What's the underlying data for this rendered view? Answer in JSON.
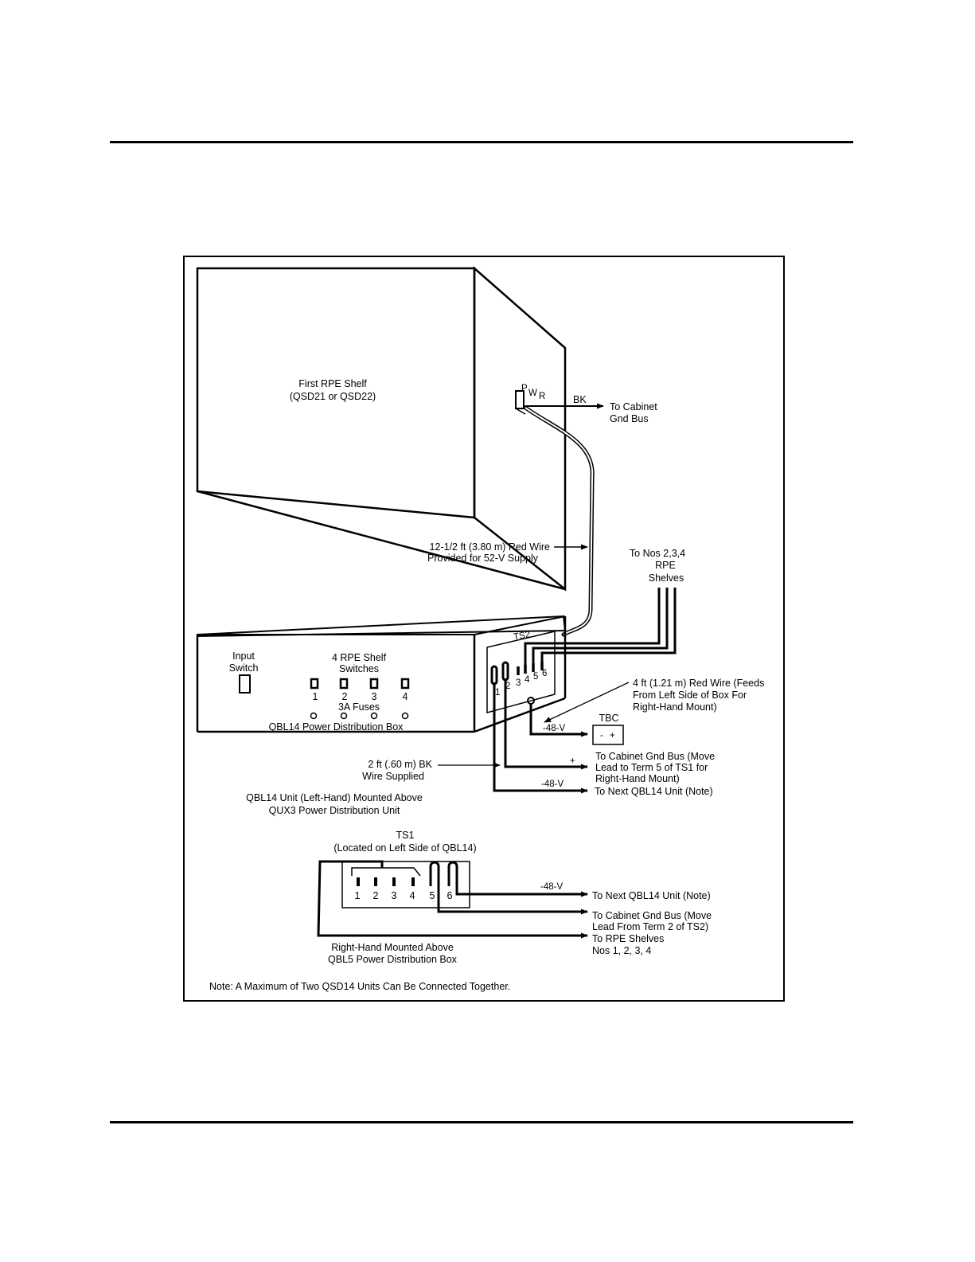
{
  "figure": {
    "shelf": {
      "title": "First RPE Shelf",
      "models": "(QSD21 or QSD22)",
      "pwr_p": "P",
      "pwr_w": "W",
      "pwr_r": "R",
      "bk": "BK",
      "cabinet_gnd": [
        "To Cabinet",
        "Gnd Bus"
      ]
    },
    "red_wire_long": [
      "12-1/2 ft (3.80 m) Red Wire",
      "Provided for 52-V Supply"
    ],
    "rpe_shelves": [
      "To Nos 2,3,4",
      "RPE",
      "Shelves"
    ],
    "box": {
      "input_switch": [
        "Input",
        "Switch"
      ],
      "shelf_switches": [
        "4 RPE Shelf",
        "Switches"
      ],
      "switch_numbers": [
        "1",
        "2",
        "3",
        "4"
      ],
      "fuses": "3A Fuses",
      "name": "QBL14 Power Distribution Box",
      "ts2": "TS2",
      "ts2_terms": [
        "1",
        "2",
        "3",
        "4",
        "5",
        "6"
      ]
    },
    "red_wire_short": [
      "4 ft (1.21 m) Red Wire (Feeds",
      "From Left Side of Box For",
      "Right-Hand Mount)"
    ],
    "tbc": "TBC",
    "tbc_minus": "-",
    "tbc_plus": "+",
    "v48": "-48-V",
    "v48_b": "-48-V",
    "plus": "+",
    "bk_wire": [
      "2 ft (.60 m) BK",
      "Wire Supplied"
    ],
    "gnd_move_ts1": [
      "To Cabinet Gnd Bus (Move",
      "Lead to Term 5 of TS1 for",
      "Right-Hand Mount)"
    ],
    "next_unit": "To Next QBL14 Unit  (Note)",
    "left_caption": [
      "QBL14 Unit (Left-Hand) Mounted Above",
      "QUX3 Power Distribution Unit"
    ],
    "ts1": {
      "title": "TS1",
      "location": "(Located on Left Side of QBL14)",
      "terms": [
        "1",
        "2",
        "3",
        "4",
        "5",
        "6"
      ]
    },
    "v48_ts1": "-48-V",
    "ts1_next_unit": "To Next QBL14 Unit  (Note)",
    "ts1_gnd": [
      "To Cabinet Gnd Bus (Move",
      "Lead From Term 2 of TS2)"
    ],
    "ts1_rpe": [
      "To RPE Shelves",
      "Nos 1, 2, 3, 4"
    ],
    "right_caption": [
      "Right-Hand Mounted Above",
      "QBL5 Power Distribution Box"
    ],
    "note": "Note:  A Maximum of Two QSD14 Units Can Be Connected Together."
  }
}
